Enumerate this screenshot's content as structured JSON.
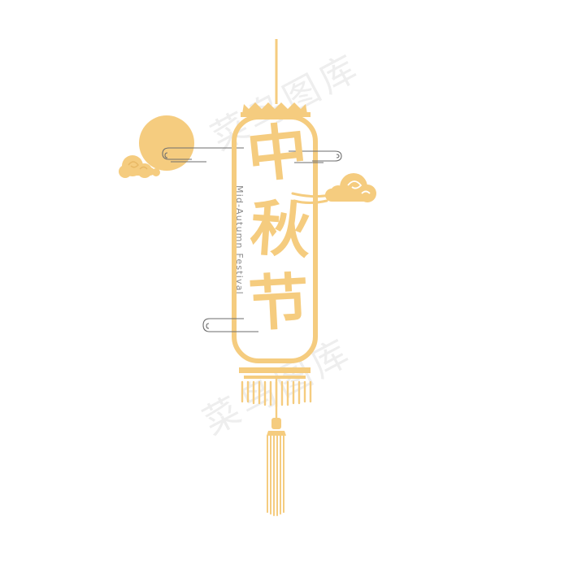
{
  "title": {
    "chars": [
      "中",
      "秋",
      "节"
    ]
  },
  "subtitle": "Mid-Autumn Festival",
  "watermark": "菜鸟图库",
  "colors": {
    "gold": "#f5cc7f",
    "gold_dark": "#e8b865",
    "line_gray": "#6e6e6e"
  },
  "icons": [
    "moon-icon",
    "cloud-icon",
    "lantern-icon",
    "tassel-icon"
  ]
}
